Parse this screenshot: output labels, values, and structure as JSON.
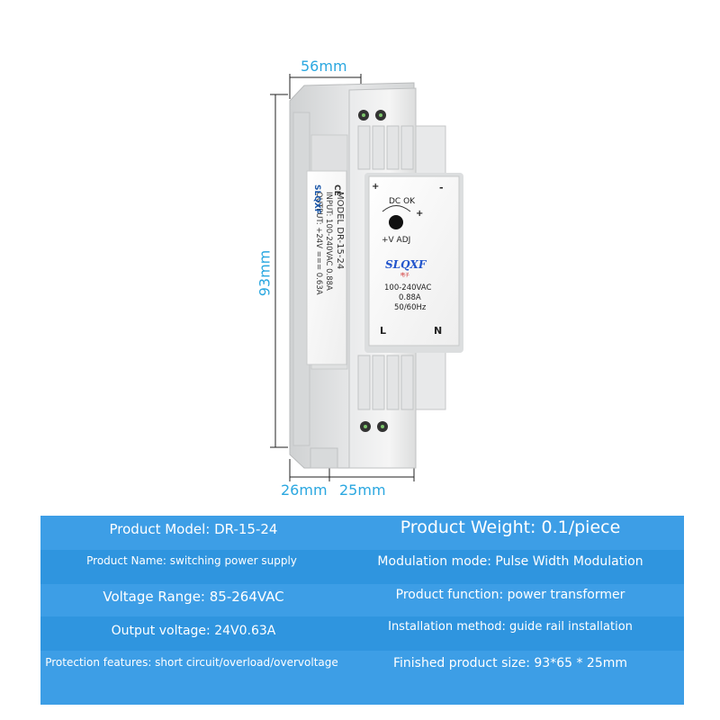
{
  "dimensions": {
    "width": "56mm",
    "height": "93mm",
    "depth_base": "26mm",
    "depth_body": "25mm"
  },
  "device": {
    "brand": "SLQXF",
    "brand_sub": "电子",
    "model_label": "MODEL DR-15-24",
    "input_label": "INPUT: 100-240VAC 0.88A",
    "output_label": "OUTPUT: +24V === 0.63A",
    "dc_ok": "DC OK",
    "v_adj": "+V ADJ",
    "plus": "+",
    "minus": "-",
    "voltage": "100-240VAC",
    "current": "0.88A",
    "frequency": "50/60Hz",
    "terminal_l": "L",
    "terminal_n": "N",
    "ce_mark": "CE"
  },
  "specs": {
    "rows": [
      {
        "left": "Product Model: DR-15-24",
        "right": "Product Weight: 0.1/piece"
      },
      {
        "left": "Product Name: switching power supply",
        "right": "Modulation mode: Pulse Width Modulation"
      },
      {
        "left": "Voltage Range: 85-264VAC",
        "right": "Product function: power transformer"
      },
      {
        "left": "Output voltage: 24V0.63A",
        "right": "Installation method: guide rail installation"
      },
      {
        "left": "Protection features: short circuit/overload/overvoltage",
        "right": "Finished product size: 93*65 * 25mm"
      }
    ]
  },
  "colors": {
    "dimension": "#2aa7e0",
    "panel": "#3d9ee6",
    "text": "#ffffff"
  }
}
